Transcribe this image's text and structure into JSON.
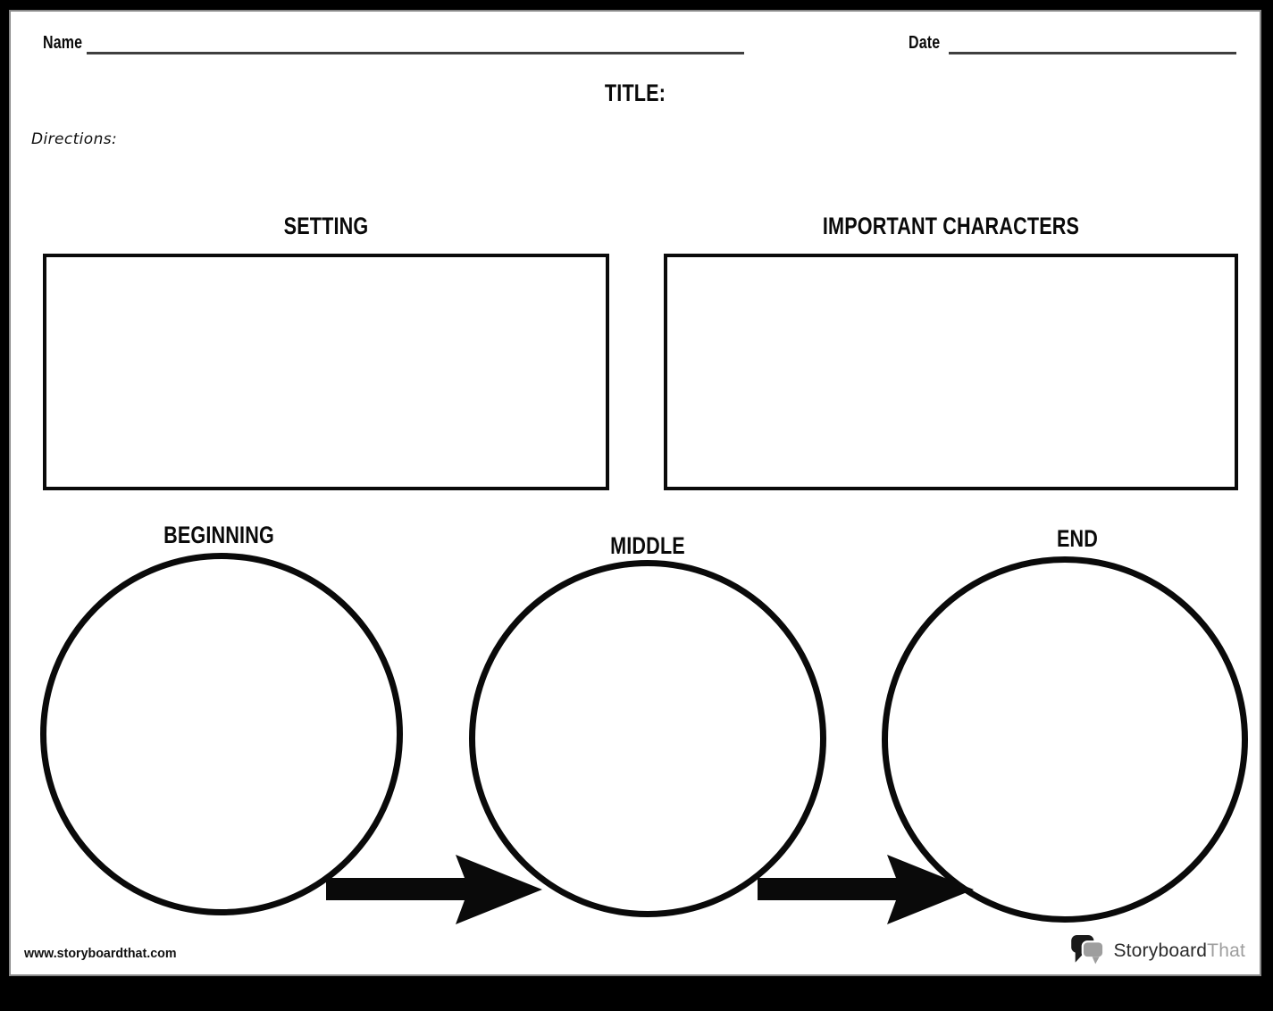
{
  "page": {
    "name_label": "Name",
    "date_label": "Date",
    "title_label": "TITLE:",
    "directions_label": "Directions:",
    "sections": {
      "setting": "SETTING",
      "characters": "IMPORTANT CHARACTERS",
      "beginning": "BEGINNING",
      "middle": "MIDDLE",
      "end": "END"
    },
    "footer": {
      "website": "www.storyboardthat.com",
      "logo_primary": "Storyboard",
      "logo_secondary": "That"
    },
    "colors": {
      "ink": "#0a0a0a",
      "blank_line": "#3f3f3f",
      "page_edge": "#8a8a8a",
      "frame": "#000000",
      "logo_dark": "#2b2b2b",
      "logo_gray": "#9e9e9e"
    }
  }
}
